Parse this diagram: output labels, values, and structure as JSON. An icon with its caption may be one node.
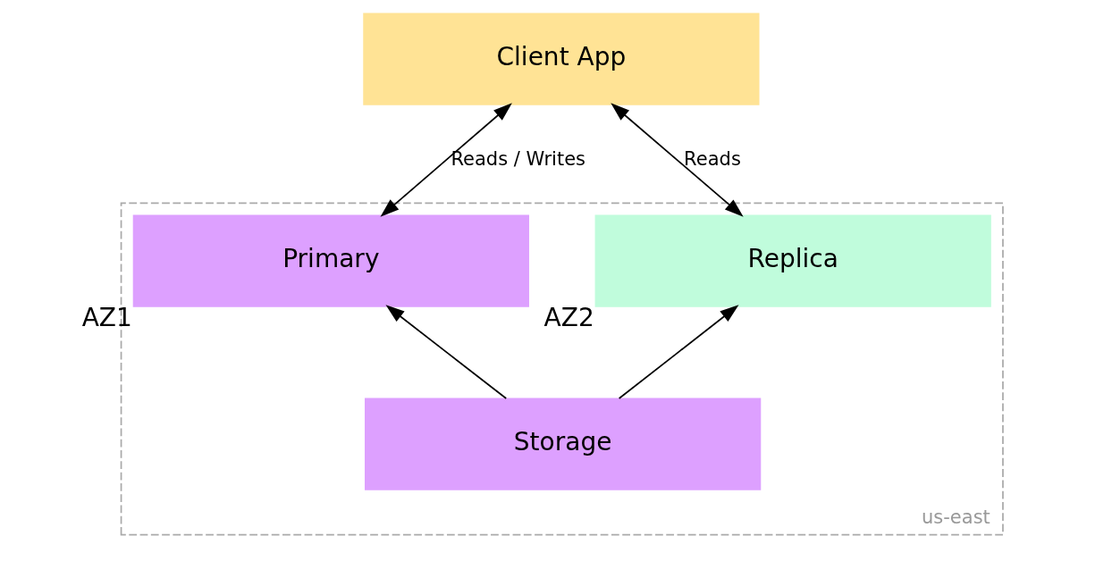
{
  "diagram": {
    "nodes": [
      {
        "text": [
          "Client App"
        ]
      },
      {
        "text": [
          "us-east"
        ]
      },
      {
        "text": [
          "Primary"
        ],
        "in": 1,
        "beside": [
          "AZ1"
        ]
      },
      {
        "text": [
          "Replica"
        ],
        "in": 1,
        "beside": [
          "AZ2"
        ]
      },
      {
        "text": [
          "Storage"
        ],
        "in": 1
      }
    ],
    "edges": [
      {
        "from": 2,
        "to": 0,
        "arrow": "both",
        "label": "Reads / Writes"
      },
      {
        "from": 3,
        "to": 0,
        "arrow": "both",
        "label": "Reads"
      },
      {
        "from": 4,
        "to": 2,
        "arrow": "to"
      },
      {
        "from": 4,
        "to": 3,
        "arrow": "to"
      }
    ]
  }
}
